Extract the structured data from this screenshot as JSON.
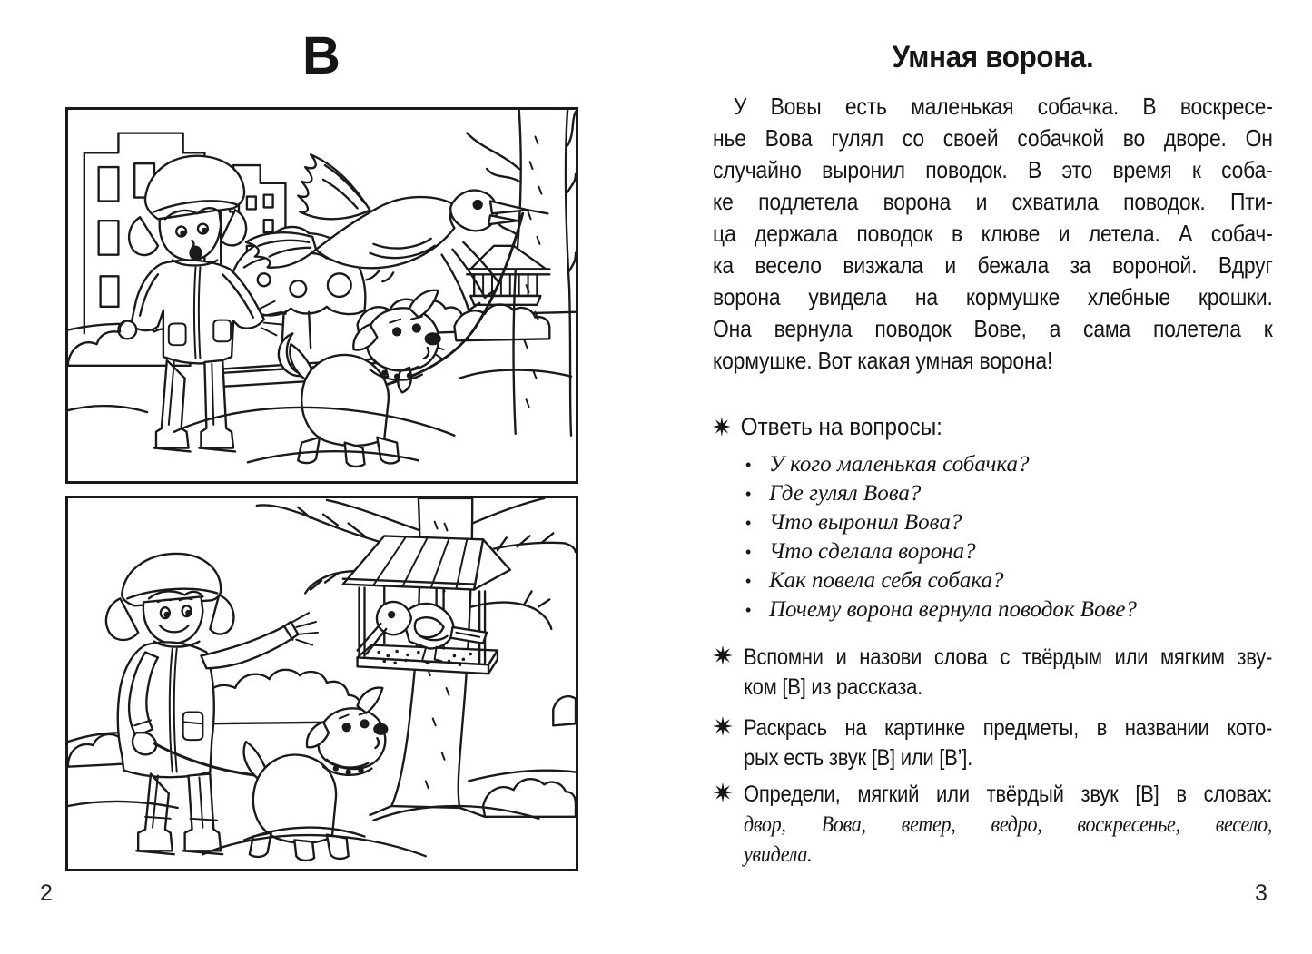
{
  "left_page": {
    "letter": "В",
    "page_number": "2",
    "illustration_top_alt": "Мальчик во дворе зимой: ворона схватила поводок собачки и летит с ним в клюве к дереву с кормушкой",
    "illustration_bottom_alt": "Мальчик гуляет с собачкой на поводке у дерева, ворона клюёт хлебные крошки в кормушке"
  },
  "right_page": {
    "title": "Умная ворона.",
    "page_number": "3",
    "story_lines": [
      "У Вовы есть маленькая собачка. В воскресе-",
      "нье Вова гулял со своей собачкой во дворе. Он",
      "случайно выронил поводок. В это время к соба-",
      "ке подлетела ворона и схватила поводок. Пти-",
      "ца держала поводок в клюве и летела. А собач-",
      "ка весело визжала и бежала за вороной. Вдруг",
      "ворона увидела на кормушке хлебные крошки.",
      "Она вернула поводок Вове, а сама полетела к",
      "кормушке. Вот какая умная ворона!"
    ],
    "questions_header": "Ответь на вопросы:",
    "bullet_char": "•",
    "questions": [
      "У кого маленькая собачка?",
      "Где гулял Вова?",
      "Что выронил Вова?",
      "Что сделала ворона?",
      "Как повела себя собака?",
      "Почему ворона вернула поводок Вове?"
    ],
    "tasks": {
      "task1_line1": "Вспомни и назови слова с твёрдым или мягким зву-",
      "task1_line2": "ком [В] из рассказа.",
      "task2_line1": "Раскрась на картинке предметы, в названии кото-",
      "task2_line2": "рых есть звук [В] или [В’].",
      "task3_line1": "Определи, мягкий или твёрдый звук [В] в словах:",
      "task3_line2": "двор, Вова, ветер, ведро, воскресенье, весело,",
      "task3_line3": "увидела."
    }
  }
}
